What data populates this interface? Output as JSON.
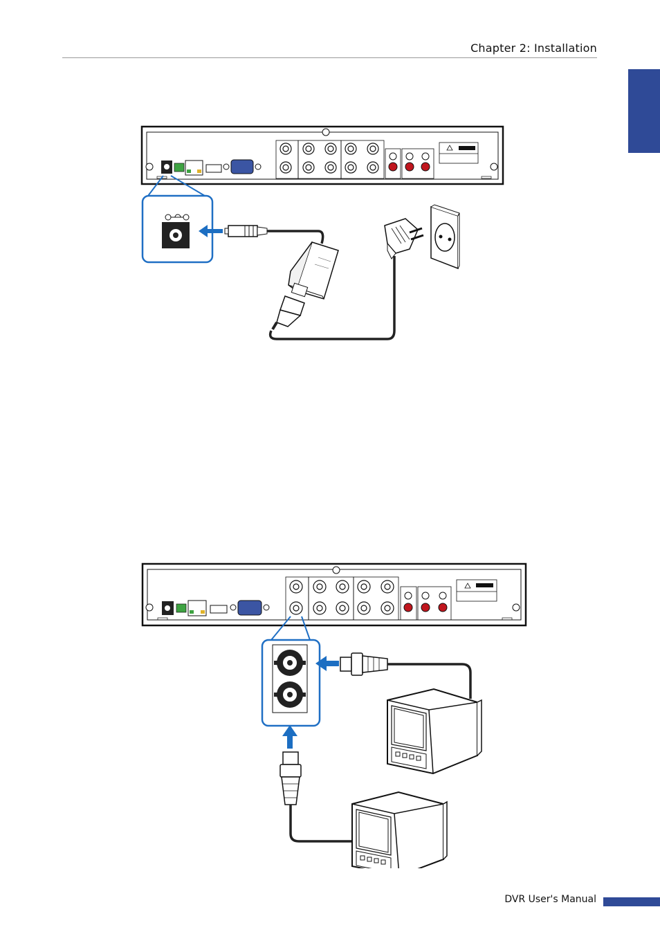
{
  "header": {
    "chapter_title": "Chapter 2: Installation"
  },
  "footer": {
    "manual_title": "DVR User's Manual"
  },
  "colors": {
    "accent": "#2f4a97",
    "callout_blue": "#1f6fc4",
    "arrow_blue": "#1c6ec2",
    "rca_red": "#c0161e"
  },
  "figures": [
    {
      "name": "power-connection-diagram",
      "icons": [
        "dvr-rear-panel",
        "dc-jack-callout",
        "power-adapter",
        "ac-plug",
        "wall-outlet"
      ]
    },
    {
      "name": "monitor-connection-diagram",
      "icons": [
        "dvr-rear-panel",
        "bnc-output-callout",
        "bnc-connector",
        "crt-monitor",
        "crt-monitor"
      ]
    }
  ]
}
